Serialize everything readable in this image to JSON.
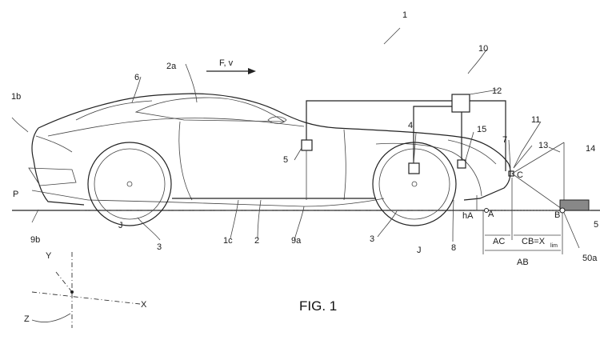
{
  "figure": {
    "title": "FIG. 1",
    "direction_label": "F, v",
    "labels": {
      "n1": "1",
      "n1b": "1b",
      "n1c": "1c",
      "n2": "2",
      "n2a": "2a",
      "n3_rear": "3",
      "n3_front": "3",
      "n4": "4",
      "n5": "5",
      "n6": "6",
      "n7": "7",
      "n8": "8",
      "n9a": "9a",
      "n9b": "9b",
      "n10": "10",
      "n11": "11",
      "n12": "12",
      "n13": "13",
      "n14": "14",
      "n15": "15",
      "n50a": "50a",
      "n5_cut": "5",
      "P": "P",
      "J_rear": "J",
      "J_front": "J",
      "A": "A",
      "B": "B",
      "C": "C",
      "hA": "hA",
      "AC": "AC",
      "CB": "CB=X",
      "CB_sub": "lim",
      "AB": "AB"
    },
    "axes": {
      "x": "X",
      "y": "Y",
      "z": "Z"
    }
  }
}
